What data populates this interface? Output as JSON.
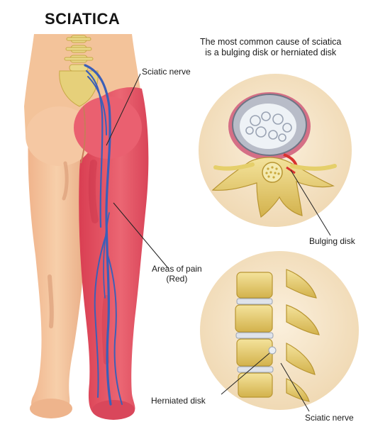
{
  "title": "SCIATICA",
  "caption": {
    "line1": "The most common cause of sciatica",
    "line2": "is a bulging disk or herniated disk"
  },
  "labels": {
    "sciatic_nerve_top": "Sciatic nerve",
    "areas_of_pain_line1": "Areas of pain",
    "areas_of_pain_line2": "(Red)",
    "bulging_disk": "Bulging disk",
    "herniated_disk": "Herniated disk",
    "sciatic_nerve_bottom": "Sciatic nerve"
  },
  "colors": {
    "skin": "#f3c39a",
    "skin_shadow": "#e3a27a",
    "pain_red": "#e4505f",
    "nerve_blue": "#3b5fb8",
    "bone": "#e8d483",
    "bone_dark": "#c9a93e",
    "circle_bg": "#f5e3c8",
    "disk_gray": "#b9bcc6",
    "nerve_red": "#d8332f"
  }
}
